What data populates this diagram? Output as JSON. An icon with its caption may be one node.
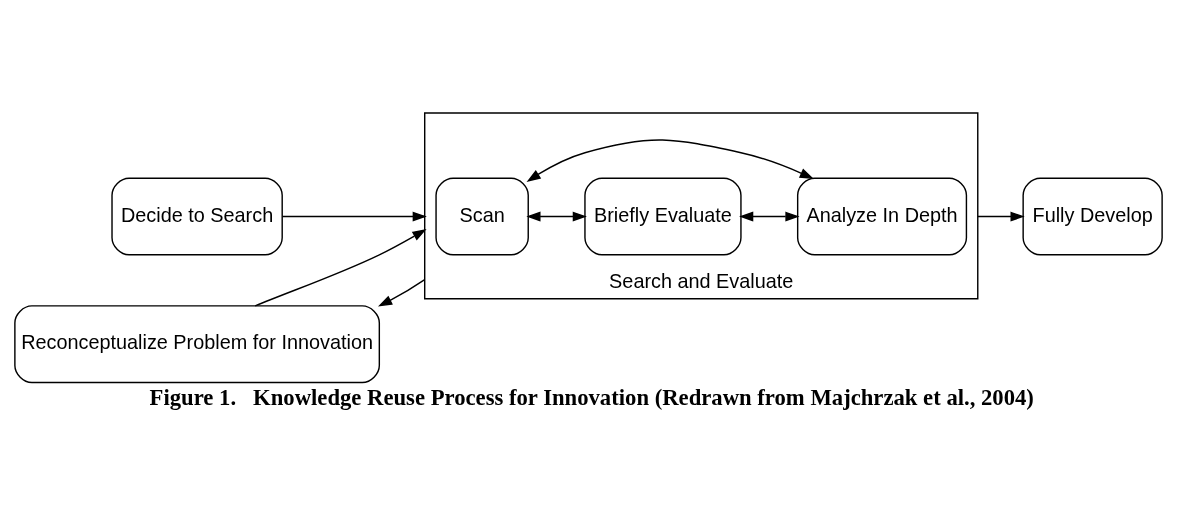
{
  "diagram": {
    "caption": "Figure 1.   Knowledge Reuse Process for Innovation (Redrawn from Majchrzak et al., 2004)",
    "nodes": [
      {
        "text": [
          "Decide to Search"
        ]
      },
      {
        "text": [
          "Reconceptualize Problem for Innovation"
        ]
      },
      {
        "text": [
          "Search and Evaluate"
        ]
      },
      {
        "text": [
          "Scan"
        ],
        "in": 2
      },
      {
        "text": [
          "Briefly Evaluate"
        ],
        "in": 2
      },
      {
        "text": [
          "Analyze In Depth"
        ],
        "in": 2
      },
      {
        "text": [
          "Fully Develop"
        ]
      }
    ],
    "edges": [
      {
        "from": 0,
        "to": 2,
        "arrow": "to"
      },
      {
        "from": 1,
        "to": 2,
        "arrow": "to"
      },
      {
        "from": 3,
        "to": 4,
        "arrow": "both"
      },
      {
        "from": 4,
        "to": 5,
        "arrow": "both"
      },
      {
        "from": 5,
        "to": 3,
        "arrow": "both"
      },
      {
        "from": 2,
        "to": 6,
        "arrow": "to"
      },
      {
        "from": 2,
        "to": 1,
        "arrow": "to"
      }
    ]
  }
}
